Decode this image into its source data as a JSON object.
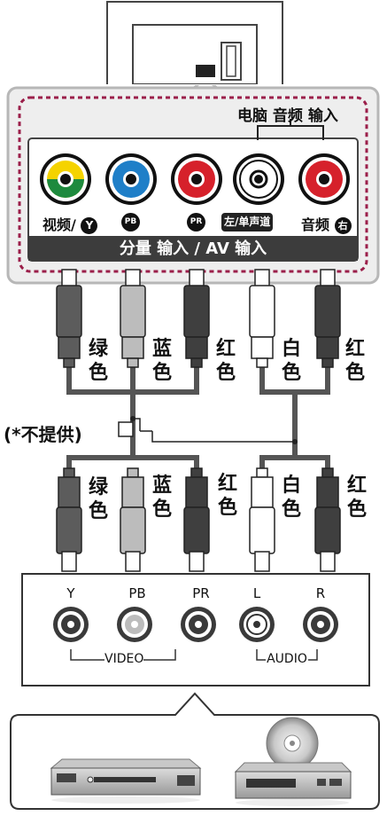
{
  "tv_panel": {
    "pc_audio_label": "电脑 音频 输入",
    "port_labels": [
      "视频/",
      "Y",
      "PB",
      "PR",
      "左/单声道",
      "音频",
      "右"
    ],
    "bar_label": "分量 输入 / AV 输入"
  },
  "cables_top": [
    {
      "line1": "绿",
      "line2": "色",
      "color": "#5c5c5c"
    },
    {
      "line1": "蓝",
      "line2": "色",
      "color": "#bcbcbc"
    },
    {
      "line1": "红",
      "line2": "色",
      "color": "#3f3f3f"
    },
    {
      "line1": "白",
      "line2": "色",
      "color": "#ffffff"
    },
    {
      "line1": "红",
      "line2": "色",
      "color": "#3f3f3f"
    }
  ],
  "not_provided": "(*不提供)",
  "cables_bottom": [
    {
      "line1": "绿",
      "line2": "色"
    },
    {
      "line1": "蓝",
      "line2": "色"
    },
    {
      "line1": "红",
      "line2": "色"
    },
    {
      "line1": "白",
      "line2": "色"
    },
    {
      "line1": "红",
      "line2": "色"
    }
  ],
  "device_panel": {
    "jack_labels": [
      "Y",
      "PB",
      "PR",
      "L",
      "R"
    ],
    "video_label": "VIDEO",
    "audio_label": "AUDIO"
  },
  "colors": {
    "panel_border": "#b7b7b7",
    "dashed_outline": "#9b1f4a",
    "jack_green": "#1e8a3e",
    "jack_yellow": "#f5d300",
    "jack_blue": "#1f7fc8",
    "jack_red": "#d6212b",
    "bar_dark": "#3c3c3c"
  }
}
